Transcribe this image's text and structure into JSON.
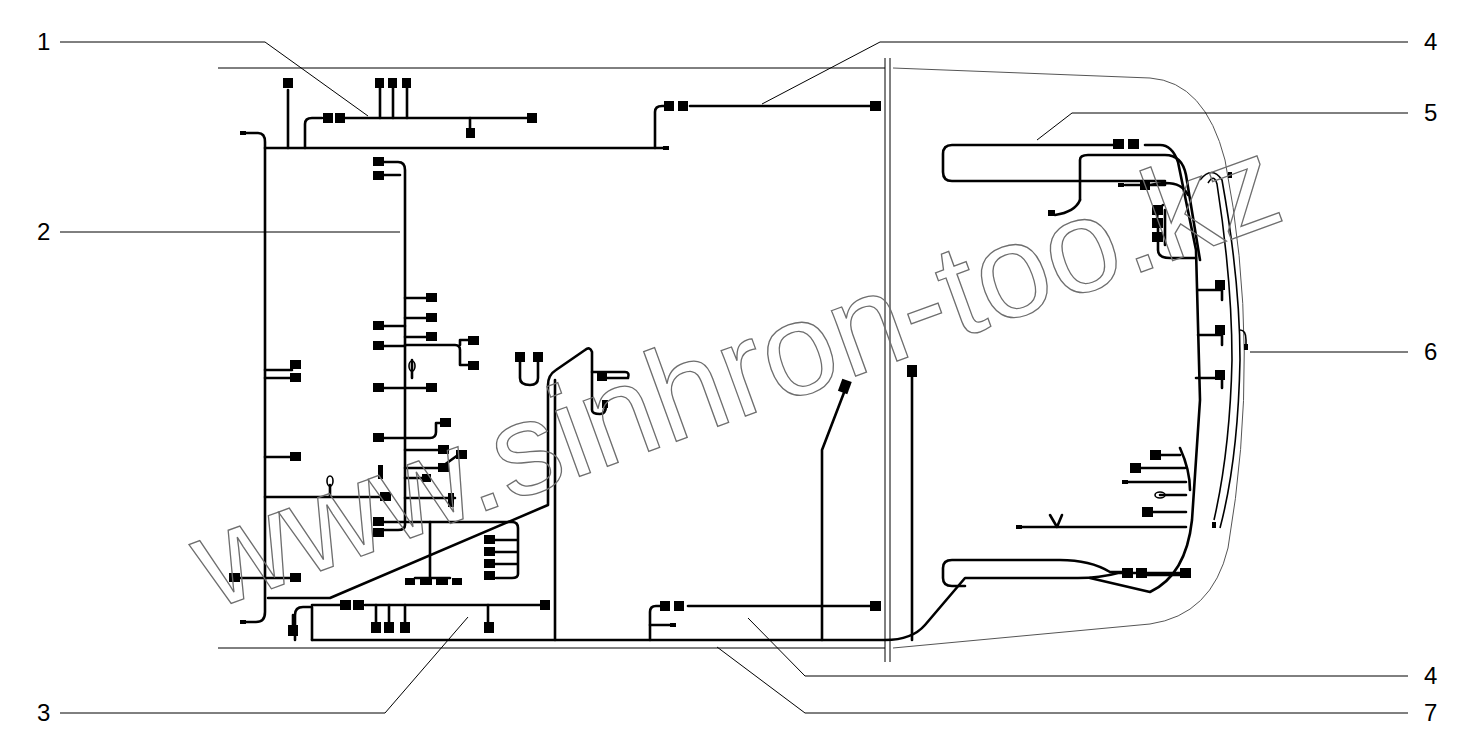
{
  "diagram": {
    "labels": [
      "1",
      "2",
      "3",
      "4",
      "5",
      "6",
      "4",
      "7",
      "www.sinhron-too.kz"
    ]
  }
}
